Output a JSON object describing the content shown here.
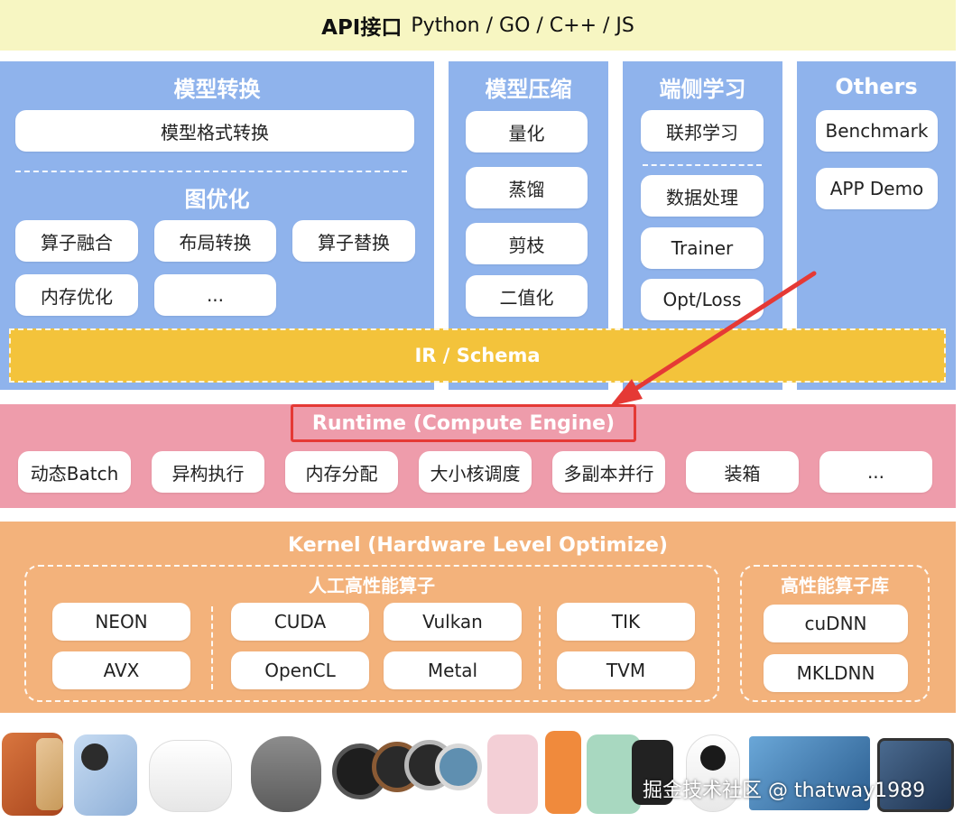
{
  "api_bar": {
    "bold": "API接口",
    "rest": "Python / GO / C++ / JS"
  },
  "model_conversion": {
    "title": "模型转换",
    "format_conversion": "模型格式转换",
    "graph_opt_title": "图优化",
    "items": [
      "算子融合",
      "布局转换",
      "算子替换",
      "内存优化",
      "..."
    ]
  },
  "model_compression": {
    "title": "模型压缩",
    "items": [
      "量化",
      "蒸馏",
      "剪枝",
      "二值化"
    ]
  },
  "on_device_learning": {
    "title": "端侧学习",
    "items": [
      "联邦学习",
      "数据处理",
      "Trainer",
      "Opt/Loss"
    ]
  },
  "others": {
    "title": "Others",
    "items": [
      "Benchmark",
      "APP Demo"
    ]
  },
  "ir_bar": {
    "label": "IR / Schema"
  },
  "runtime": {
    "title": "Runtime (Compute Engine)",
    "items": [
      "动态Batch",
      "异构执行",
      "内存分配",
      "大小核调度",
      "多副本并行",
      "装箱",
      "..."
    ]
  },
  "kernel": {
    "title": "Kernel (Hardware Level Optimize)",
    "manual_title": "人工高性能算子",
    "manual_items": [
      "NEON",
      "AVX",
      "CUDA",
      "OpenCL",
      "Vulkan",
      "Metal",
      "TIK",
      "TVM"
    ],
    "lib_title": "高性能算子库",
    "lib_items": [
      "cuDNN",
      "MKLDNN"
    ]
  },
  "watermark": "掘金技术社区 @ thatway1989",
  "colors": {
    "api_bg": "#f7f6c2",
    "blue_bg": "#8fb3ec",
    "ir_bg": "#f3c33b",
    "runtime_bg": "#ee9cab",
    "kernel_bg": "#f3b27b",
    "highlight": "#e53935"
  }
}
